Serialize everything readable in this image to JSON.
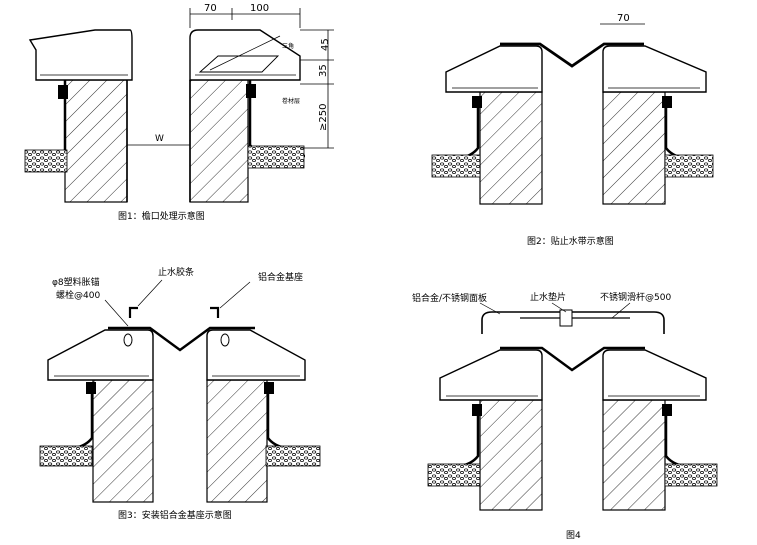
{
  "figures": [
    {
      "caption": "图1：檐口处理示意图",
      "dims": {
        "top_a": "70",
        "top_b": "100",
        "right_a": "45",
        "right_b": "35",
        "right_c": "≥250",
        "gap": "W"
      },
      "notes": [
        "三角",
        "卷材层"
      ]
    },
    {
      "caption": "图2：贴止水带示意图",
      "dims": {
        "top_a": "70"
      }
    },
    {
      "caption": "图3：安装铝合金基座示意图",
      "labels": {
        "anchor_line1": "φ8塑料胀锚",
        "anchor_line2": "螺栓@400",
        "strip": "止水胶条",
        "base": "铝合金基座"
      }
    },
    {
      "caption": "图4",
      "labels": {
        "panel": "铝合金/不锈钢面板",
        "gasket": "止水垫片",
        "rod": "不锈钢滑杆@500"
      }
    }
  ],
  "colors": {
    "line": "#000000",
    "paper": "#ffffff"
  }
}
